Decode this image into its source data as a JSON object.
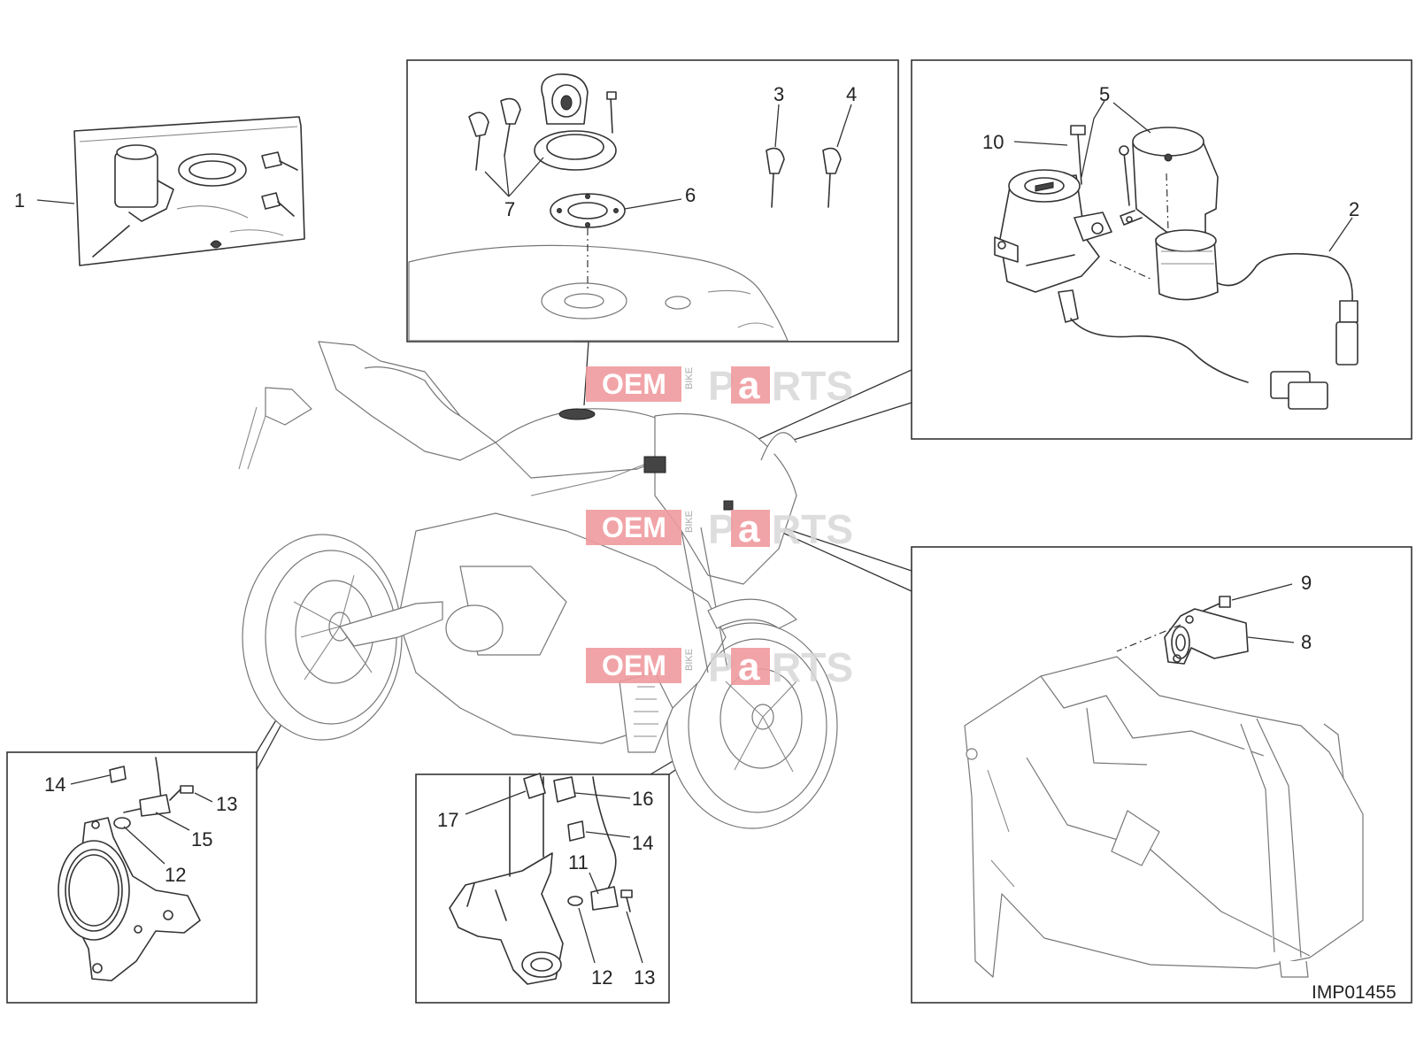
{
  "callouts": {
    "c1": "1",
    "c2": "2",
    "c3": "3",
    "c4": "4",
    "c5": "5",
    "c6": "6",
    "c7": "7",
    "c8": "8",
    "c9": "9",
    "c10": "10",
    "c11": "11",
    "c12a": "12",
    "c12b": "12",
    "c13a": "13",
    "c13b": "13",
    "c14a": "14",
    "c14b": "14",
    "c15": "15",
    "c16": "16",
    "c17": "17"
  },
  "diagram_code": "IMP01455",
  "watermark": {
    "oem": "OEM",
    "bike": "BIKE",
    "p": "P",
    "a": "a",
    "rts": "RTS"
  },
  "colors": {
    "line": "#333333",
    "watermark_red": "#f09a9e",
    "watermark_grey": "#d8d8d8"
  }
}
